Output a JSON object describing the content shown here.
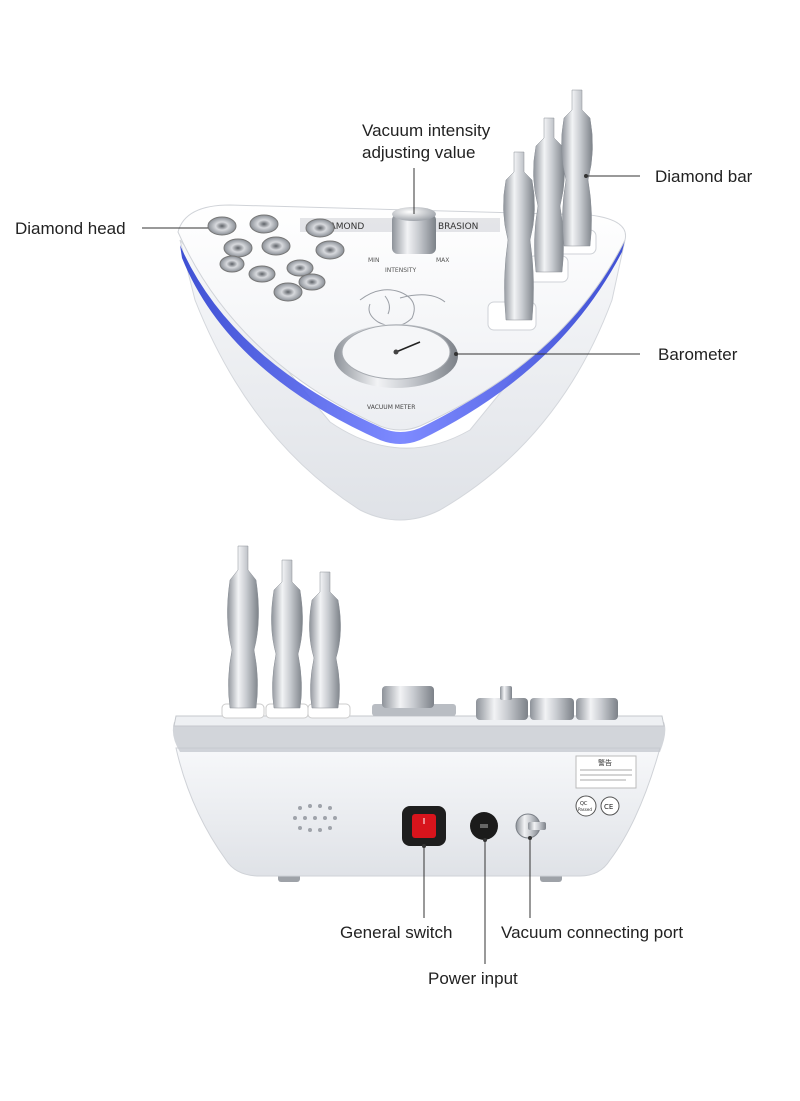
{
  "colors": {
    "background": "#ffffff",
    "device_body": "#f4f5f7",
    "metal": "#b8bcc2",
    "blue_led": "#3a4bd8",
    "switch_red": "#d8141c",
    "leader_line": "#333333"
  },
  "top_view": {
    "panel_labels": {
      "left": "DIAMOND",
      "right": "BRASION",
      "knob_min": "MIN",
      "knob_max": "MAX",
      "knob": "INTENSITY",
      "meter": "VACUUM METER"
    },
    "callouts": {
      "vacuum_intensity_line1": "Vacuum intensity",
      "vacuum_intensity_line2": "adjusting value",
      "diamond_bar": "Diamond bar",
      "diamond_head": "Diamond head",
      "barometer": "Barometer"
    }
  },
  "side_view": {
    "badges": {
      "qc_line1": "QC",
      "qc_line2": "Passed",
      "ce": "CE"
    },
    "warning_title": "警告",
    "callouts": {
      "general_switch": "General switch",
      "power_input": "Power input",
      "vacuum_port": "Vacuum connecting port"
    }
  }
}
